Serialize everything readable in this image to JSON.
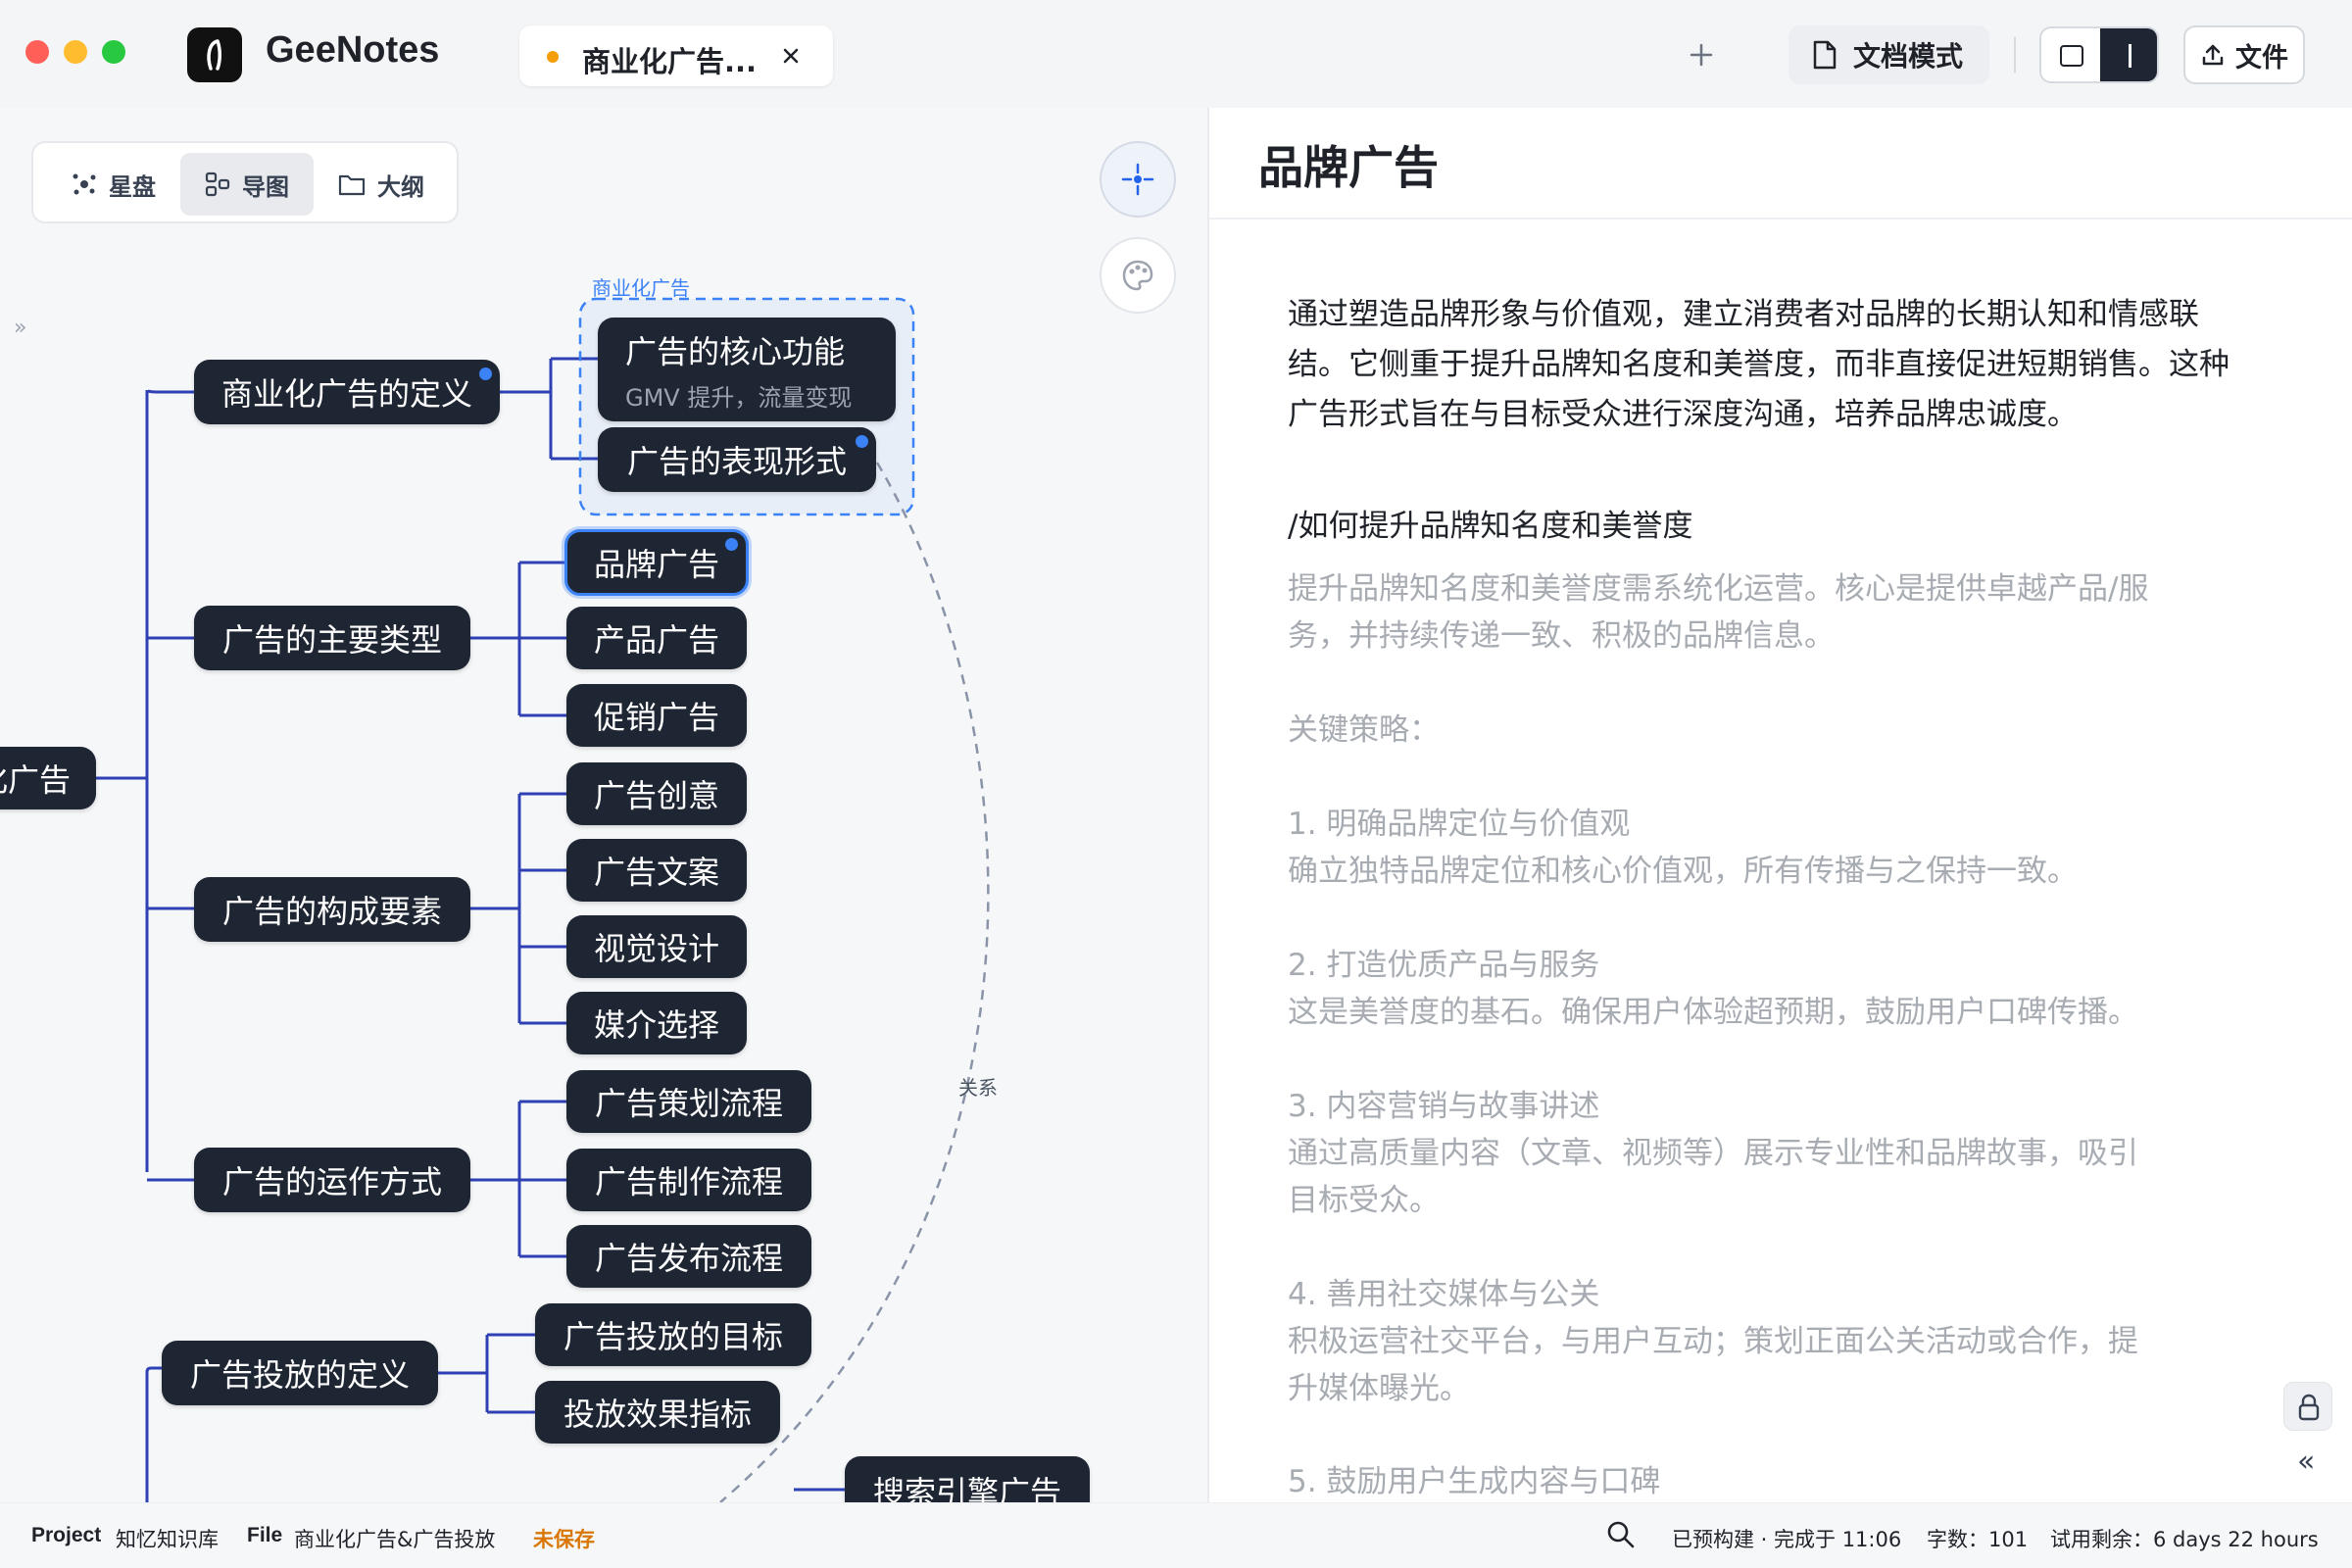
{
  "window": {
    "traffic_lights": [
      "#ff5f57",
      "#febc2e",
      "#28c840"
    ]
  },
  "app": {
    "name": "GeeNotes"
  },
  "tab": {
    "title": "商业化广告...",
    "dot_color": "#f59e0b"
  },
  "toolbar": {
    "doc_mode_label": "文档模式",
    "file_label": "文件"
  },
  "view_switcher": {
    "items": [
      {
        "label": "星盘",
        "icon": "constellation-icon"
      },
      {
        "label": "导图",
        "icon": "mindmap-icon",
        "active": true
      },
      {
        "label": "大纲",
        "icon": "folder-icon"
      }
    ]
  },
  "mindmap": {
    "root": "化广告",
    "group_label": "商业化广告",
    "relation_label": "关系",
    "branches": [
      {
        "label": "商业化广告的定义",
        "children": [
          {
            "label": "广告的核心功能",
            "note": "GMV 提升，流量变现"
          },
          {
            "label": "广告的表现形式"
          }
        ]
      },
      {
        "label": "广告的主要类型",
        "children": [
          {
            "label": "品牌广告",
            "selected": true
          },
          {
            "label": "产品广告"
          },
          {
            "label": "促销广告"
          }
        ]
      },
      {
        "label": "广告的构成要素",
        "children": [
          {
            "label": "广告创意"
          },
          {
            "label": "广告文案"
          },
          {
            "label": "视觉设计"
          },
          {
            "label": "媒介选择"
          }
        ]
      },
      {
        "label": "广告的运作方式",
        "children": [
          {
            "label": "广告策划流程"
          },
          {
            "label": "广告制作流程"
          },
          {
            "label": "广告发布流程"
          }
        ]
      },
      {
        "label": "广告投放的定义",
        "children": [
          {
            "label": "广告投放的目标"
          },
          {
            "label": "投放效果指标"
          }
        ]
      }
    ],
    "partial_node": "搜索引擎广告"
  },
  "doc": {
    "title": "品牌广告",
    "intro": [
      "通过塑造品牌形象与价值观，建立消费者对品牌的长期认知和情感联",
      "结。它侧重于提升品牌知名度和美誉度，而非直接促进短期销售。这种",
      "广告形式旨在与目标受众进行深度沟通，培养品牌忠诚度。"
    ],
    "prompt": "/如何提升品牌知名度和美誉度",
    "answer": [
      "提升品牌知名度和美誉度需系统化运营。核心是提供卓越产品/服",
      "务，并持续传递一致、积极的品牌信息。"
    ],
    "strategy_label": "关键策略：",
    "points": [
      {
        "title": "1. 明确品牌定位与价值观",
        "lines": [
          "确立独特品牌定位和核心价值观，所有传播与之保持一致。"
        ]
      },
      {
        "title": "2. 打造优质产品与服务",
        "lines": [
          "这是美誉度的基石。确保用户体验超预期，鼓励用户口碑传播。"
        ]
      },
      {
        "title": "3. 内容营销与故事讲述",
        "lines": [
          "通过高质量内容（文章、视频等）展示专业性和品牌故事，吸引",
          "目标受众。"
        ]
      },
      {
        "title": "4. 善用社交媒体与公关",
        "lines": [
          "积极运营社交平台，与用户互动；策划正面公关活动或合作，提",
          "升媒体曝光。"
        ]
      },
      {
        "title": "5. 鼓励用户生成内容与口碑",
        "lines": []
      }
    ]
  },
  "status": {
    "project_key": "Project",
    "project_value": "知忆知识库",
    "file_key": "File",
    "file_value": "商业化广告&广告投放",
    "unsaved": "未保存",
    "build": "已预构建 · 完成于 11:06",
    "word_count": "字数：101",
    "trial": "试用剩余：6 days 22 hours"
  },
  "colors": {
    "node_bg": "#1f2633",
    "edge": "#2f40b5",
    "accent": "#3b82f6",
    "unsaved": "#d97706"
  }
}
